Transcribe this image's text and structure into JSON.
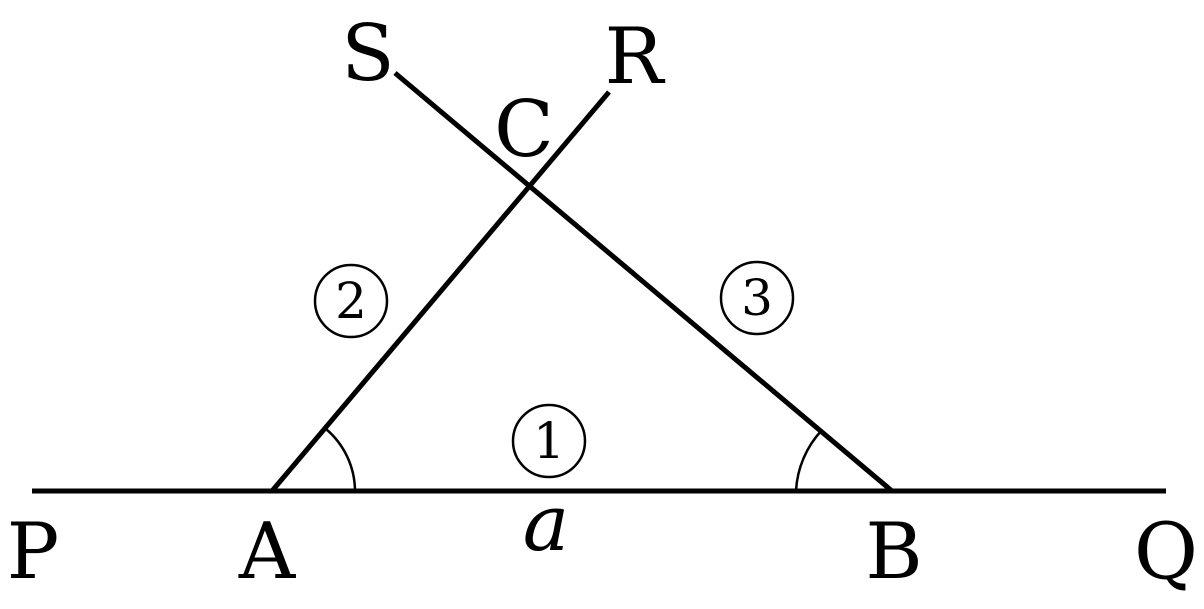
{
  "diagram": {
    "points": {
      "P": "P",
      "A": "A",
      "B": "B",
      "Q": "Q",
      "C": "C",
      "R": "R",
      "S": "S"
    },
    "segment_label": "a",
    "markers": {
      "one": "1",
      "two": "2",
      "three": "3"
    },
    "colors": {
      "stroke": "#000000",
      "background": "#ffffff"
    }
  }
}
